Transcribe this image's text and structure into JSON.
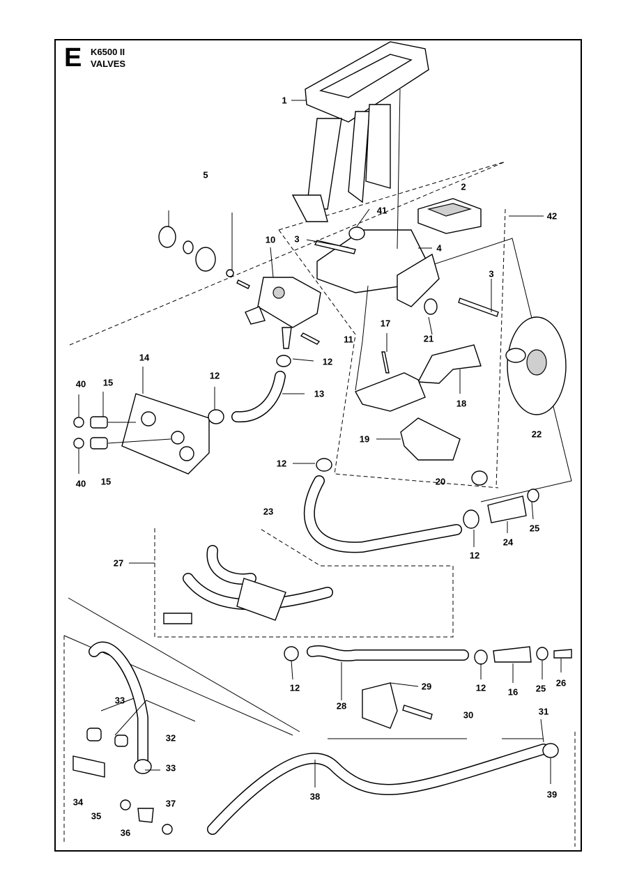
{
  "header": {
    "section_letter": "E",
    "model": "K6500 II",
    "title": "VALVES"
  },
  "callouts": [
    {
      "id": "c1",
      "text": "1"
    },
    {
      "id": "c2",
      "text": "2"
    },
    {
      "id": "c3a",
      "text": "3"
    },
    {
      "id": "c3b",
      "text": "3"
    },
    {
      "id": "c4",
      "text": "4"
    },
    {
      "id": "c5",
      "text": "5"
    },
    {
      "id": "c10",
      "text": "10"
    },
    {
      "id": "c11",
      "text": "11"
    },
    {
      "id": "c12a",
      "text": "12"
    },
    {
      "id": "c12b",
      "text": "12"
    },
    {
      "id": "c12c",
      "text": "12"
    },
    {
      "id": "c12d",
      "text": "12"
    },
    {
      "id": "c12e",
      "text": "12"
    },
    {
      "id": "c12f",
      "text": "12"
    },
    {
      "id": "c13",
      "text": "13"
    },
    {
      "id": "c14",
      "text": "14"
    },
    {
      "id": "c15a",
      "text": "15"
    },
    {
      "id": "c15b",
      "text": "15"
    },
    {
      "id": "c16",
      "text": "16"
    },
    {
      "id": "c17",
      "text": "17"
    },
    {
      "id": "c18",
      "text": "18"
    },
    {
      "id": "c19",
      "text": "19"
    },
    {
      "id": "c20",
      "text": "20"
    },
    {
      "id": "c21",
      "text": "21"
    },
    {
      "id": "c22",
      "text": "22"
    },
    {
      "id": "c23",
      "text": "23"
    },
    {
      "id": "c24",
      "text": "24"
    },
    {
      "id": "c25a",
      "text": "25"
    },
    {
      "id": "c25b",
      "text": "25"
    },
    {
      "id": "c26",
      "text": "26"
    },
    {
      "id": "c27",
      "text": "27"
    },
    {
      "id": "c28",
      "text": "28"
    },
    {
      "id": "c29",
      "text": "29"
    },
    {
      "id": "c30",
      "text": "30"
    },
    {
      "id": "c31",
      "text": "31"
    },
    {
      "id": "c32",
      "text": "32"
    },
    {
      "id": "c33a",
      "text": "33"
    },
    {
      "id": "c33b",
      "text": "33"
    },
    {
      "id": "c34",
      "text": "34"
    },
    {
      "id": "c35",
      "text": "35"
    },
    {
      "id": "c36",
      "text": "36"
    },
    {
      "id": "c37",
      "text": "37"
    },
    {
      "id": "c38",
      "text": "38"
    },
    {
      "id": "c39",
      "text": "39"
    },
    {
      "id": "c40a",
      "text": "40"
    },
    {
      "id": "c40b",
      "text": "40"
    },
    {
      "id": "c41",
      "text": "41"
    },
    {
      "id": "c42",
      "text": "42"
    }
  ]
}
